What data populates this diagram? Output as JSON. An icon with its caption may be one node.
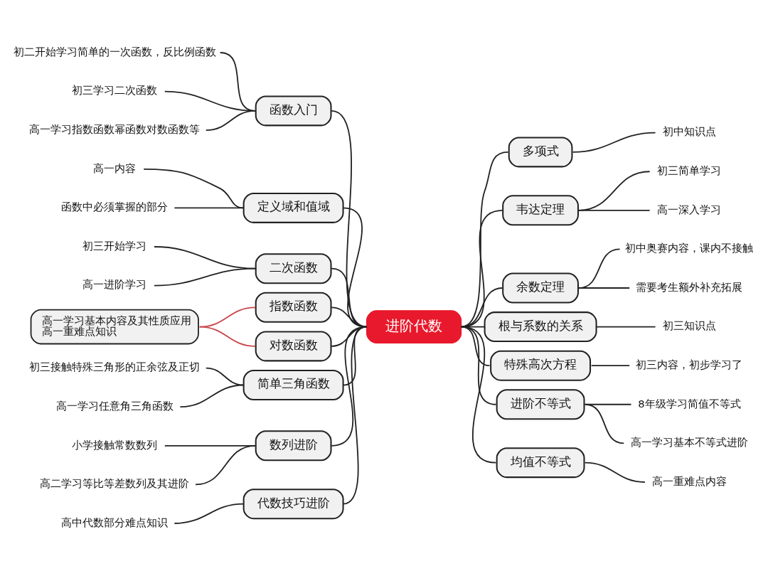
{
  "diagram": {
    "nodes": [
      {
        "text": [
          "进阶代数"
        ]
      },
      {
        "text": [
          "函数入门"
        ]
      },
      {
        "text": [
          "初二开始学习简单的一次函数，反比例函数"
        ]
      },
      {
        "text": [
          "初三学习二次函数"
        ]
      },
      {
        "text": [
          "高一学习指数函数幂函数对数函数等"
        ]
      },
      {
        "text": [
          "定义域和值域"
        ]
      },
      {
        "text": [
          "高一内容"
        ]
      },
      {
        "text": [
          "函数中必须掌握的部分"
        ]
      },
      {
        "text": [
          "二次函数"
        ]
      },
      {
        "text": [
          "初三开始学习"
        ]
      },
      {
        "text": [
          "高一进阶学习"
        ]
      },
      {
        "text": [
          "指数函数"
        ]
      },
      {
        "text": [
          "高一学习基本内容及其性质应用",
          "高一重难点知识"
        ]
      },
      {
        "text": [
          "对数函数"
        ]
      },
      {
        "text": [
          "简单三角函数"
        ]
      },
      {
        "text": [
          "初三接触特殊三角形的正余弦及正切"
        ]
      },
      {
        "text": [
          "高一学习任意角三角函数"
        ]
      },
      {
        "text": [
          "数列进阶"
        ]
      },
      {
        "text": [
          "小学接触常数数列"
        ]
      },
      {
        "text": [
          "高二学习等比等差数列及其进阶"
        ]
      },
      {
        "text": [
          "代数技巧进阶"
        ]
      },
      {
        "text": [
          "高中代数部分难点知识"
        ]
      },
      {
        "text": [
          "多项式"
        ]
      },
      {
        "text": [
          "初中知识点"
        ]
      },
      {
        "text": [
          "韦达定理"
        ]
      },
      {
        "text": [
          "初三简单学习"
        ]
      },
      {
        "text": [
          "高一深入学习"
        ]
      },
      {
        "text": [
          "余数定理"
        ]
      },
      {
        "text": [
          "初中奥赛内容，课内不接触"
        ]
      },
      {
        "text": [
          "需要考生额外补充拓展"
        ]
      },
      {
        "text": [
          "根与系数的关系"
        ]
      },
      {
        "text": [
          "初三知识点"
        ]
      },
      {
        "text": [
          "特殊高次方程"
        ]
      },
      {
        "text": [
          "初三内容，初步学习了"
        ]
      },
      {
        "text": [
          "进阶不等式"
        ]
      },
      {
        "text": [
          "8年级学习简值不等式"
        ]
      },
      {
        "text": [
          "高一学习基本不等式进阶"
        ]
      },
      {
        "text": [
          "均值不等式"
        ]
      },
      {
        "text": [
          "高一重难点内容"
        ]
      }
    ],
    "edges": [
      {
        "from": 0,
        "to": 1,
        "arrow": "none"
      },
      {
        "from": 1,
        "to": 2,
        "arrow": "none"
      },
      {
        "from": 1,
        "to": 3,
        "arrow": "none"
      },
      {
        "from": 1,
        "to": 4,
        "arrow": "none"
      },
      {
        "from": 0,
        "to": 5,
        "arrow": "none"
      },
      {
        "from": 5,
        "to": 6,
        "arrow": "none"
      },
      {
        "from": 5,
        "to": 7,
        "arrow": "none"
      },
      {
        "from": 0,
        "to": 8,
        "arrow": "none"
      },
      {
        "from": 8,
        "to": 9,
        "arrow": "none"
      },
      {
        "from": 8,
        "to": 10,
        "arrow": "none"
      },
      {
        "from": 0,
        "to": 11,
        "arrow": "none"
      },
      {
        "from": 11,
        "to": 12,
        "arrow": "none",
        "color": "#c8464b"
      },
      {
        "from": 0,
        "to": 13,
        "arrow": "none"
      },
      {
        "from": 13,
        "to": 12,
        "arrow": "none",
        "color": "#c8464b"
      },
      {
        "from": 0,
        "to": 14,
        "arrow": "none"
      },
      {
        "from": 14,
        "to": 15,
        "arrow": "none"
      },
      {
        "from": 14,
        "to": 16,
        "arrow": "none"
      },
      {
        "from": 0,
        "to": 17,
        "arrow": "none"
      },
      {
        "from": 17,
        "to": 18,
        "arrow": "none"
      },
      {
        "from": 17,
        "to": 19,
        "arrow": "none"
      },
      {
        "from": 0,
        "to": 20,
        "arrow": "none"
      },
      {
        "from": 20,
        "to": 21,
        "arrow": "none"
      },
      {
        "from": 0,
        "to": 22,
        "arrow": "none"
      },
      {
        "from": 22,
        "to": 23,
        "arrow": "none"
      },
      {
        "from": 0,
        "to": 24,
        "arrow": "none"
      },
      {
        "from": 24,
        "to": 25,
        "arrow": "none"
      },
      {
        "from": 24,
        "to": 26,
        "arrow": "none"
      },
      {
        "from": 0,
        "to": 27,
        "arrow": "none"
      },
      {
        "from": 27,
        "to": 28,
        "arrow": "none"
      },
      {
        "from": 27,
        "to": 29,
        "arrow": "none"
      },
      {
        "from": 0,
        "to": 30,
        "arrow": "none"
      },
      {
        "from": 30,
        "to": 31,
        "arrow": "none"
      },
      {
        "from": 0,
        "to": 32,
        "arrow": "none"
      },
      {
        "from": 32,
        "to": 33,
        "arrow": "none"
      },
      {
        "from": 0,
        "to": 34,
        "arrow": "none"
      },
      {
        "from": 34,
        "to": 35,
        "arrow": "none"
      },
      {
        "from": 34,
        "to": 36,
        "arrow": "none"
      },
      {
        "from": 0,
        "to": 37,
        "arrow": "none"
      },
      {
        "from": 37,
        "to": 38,
        "arrow": "none"
      }
    ]
  }
}
